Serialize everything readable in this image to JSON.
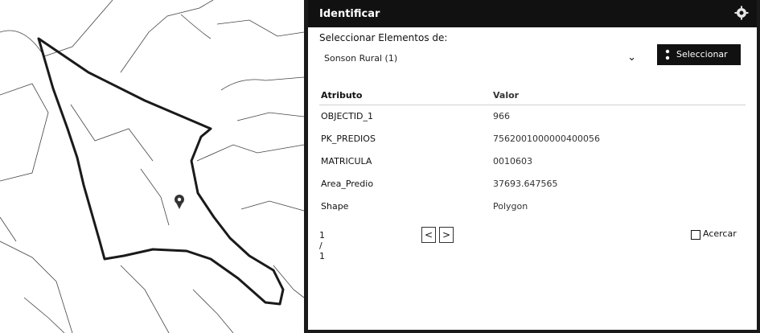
{
  "map": {
    "marker_icon": "map-pin-icon",
    "parcel_outline_color": "#1a1a1a"
  },
  "panel": {
    "title": "Identificar",
    "settings_icon": "gear-icon",
    "select_label": "Seleccionar Elementos de:",
    "layer": "Sonson Rural (1)",
    "select_button": "Seleccionar",
    "columns": {
      "attribute": "Atributo",
      "value": "Valor"
    },
    "rows": [
      {
        "attribute": "OBJECTID_1",
        "value": "966"
      },
      {
        "attribute": "PK_PREDIOS",
        "value": "7562001000000400056"
      },
      {
        "attribute": "MATRICULA",
        "value": "0010603"
      },
      {
        "attribute": "Area_Predio",
        "value": "37693.647565"
      },
      {
        "attribute": "Shape",
        "value": "Polygon"
      }
    ],
    "pager": {
      "info": "1 / 1",
      "prev": "<",
      "next": ">"
    },
    "zoom_label": "Acercar"
  },
  "colors": {
    "panel_header": "#111111",
    "button": "#111111"
  }
}
